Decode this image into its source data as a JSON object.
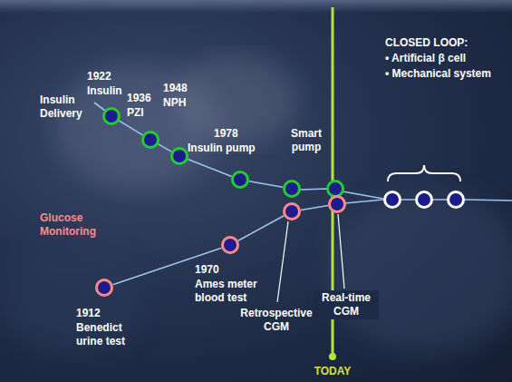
{
  "diagram": {
    "nodes": [
      {
        "text": [
          "1922",
          "Insulin"
        ]
      },
      {
        "text": [
          "1936",
          "PZI"
        ]
      },
      {
        "text": [
          "1948",
          "NPH"
        ]
      },
      {
        "text": [
          "1978",
          "Insulin pump"
        ]
      },
      {
        "text": [
          "Smart pump"
        ]
      },
      {
        "text": [
          "1912",
          "Benedict urine test"
        ]
      },
      {
        "text": [
          "1970",
          "Ames meter blood test"
        ]
      },
      {
        "text": [
          "Retrospective CGM"
        ]
      },
      {
        "text": [
          "Real-time CGM"
        ]
      }
    ],
    "edges": [
      {
        "from": 0,
        "to": 1,
        "arrow": "none"
      },
      {
        "from": 1,
        "to": 2,
        "arrow": "none"
      },
      {
        "from": 2,
        "to": 3,
        "arrow": "none"
      },
      {
        "from": 3,
        "to": 4,
        "arrow": "none"
      },
      {
        "from": 5,
        "to": 6,
        "arrow": "none"
      },
      {
        "from": 6,
        "to": 7,
        "arrow": "none"
      },
      {
        "from": 7,
        "to": 8,
        "arrow": "none"
      }
    ],
    "labels": [
      "Insulin Delivery",
      "Glucose Monitoring",
      "CLOSED LOOP:",
      "• Artificial β cell",
      "• Mechanical system",
      "TODAY"
    ]
  }
}
